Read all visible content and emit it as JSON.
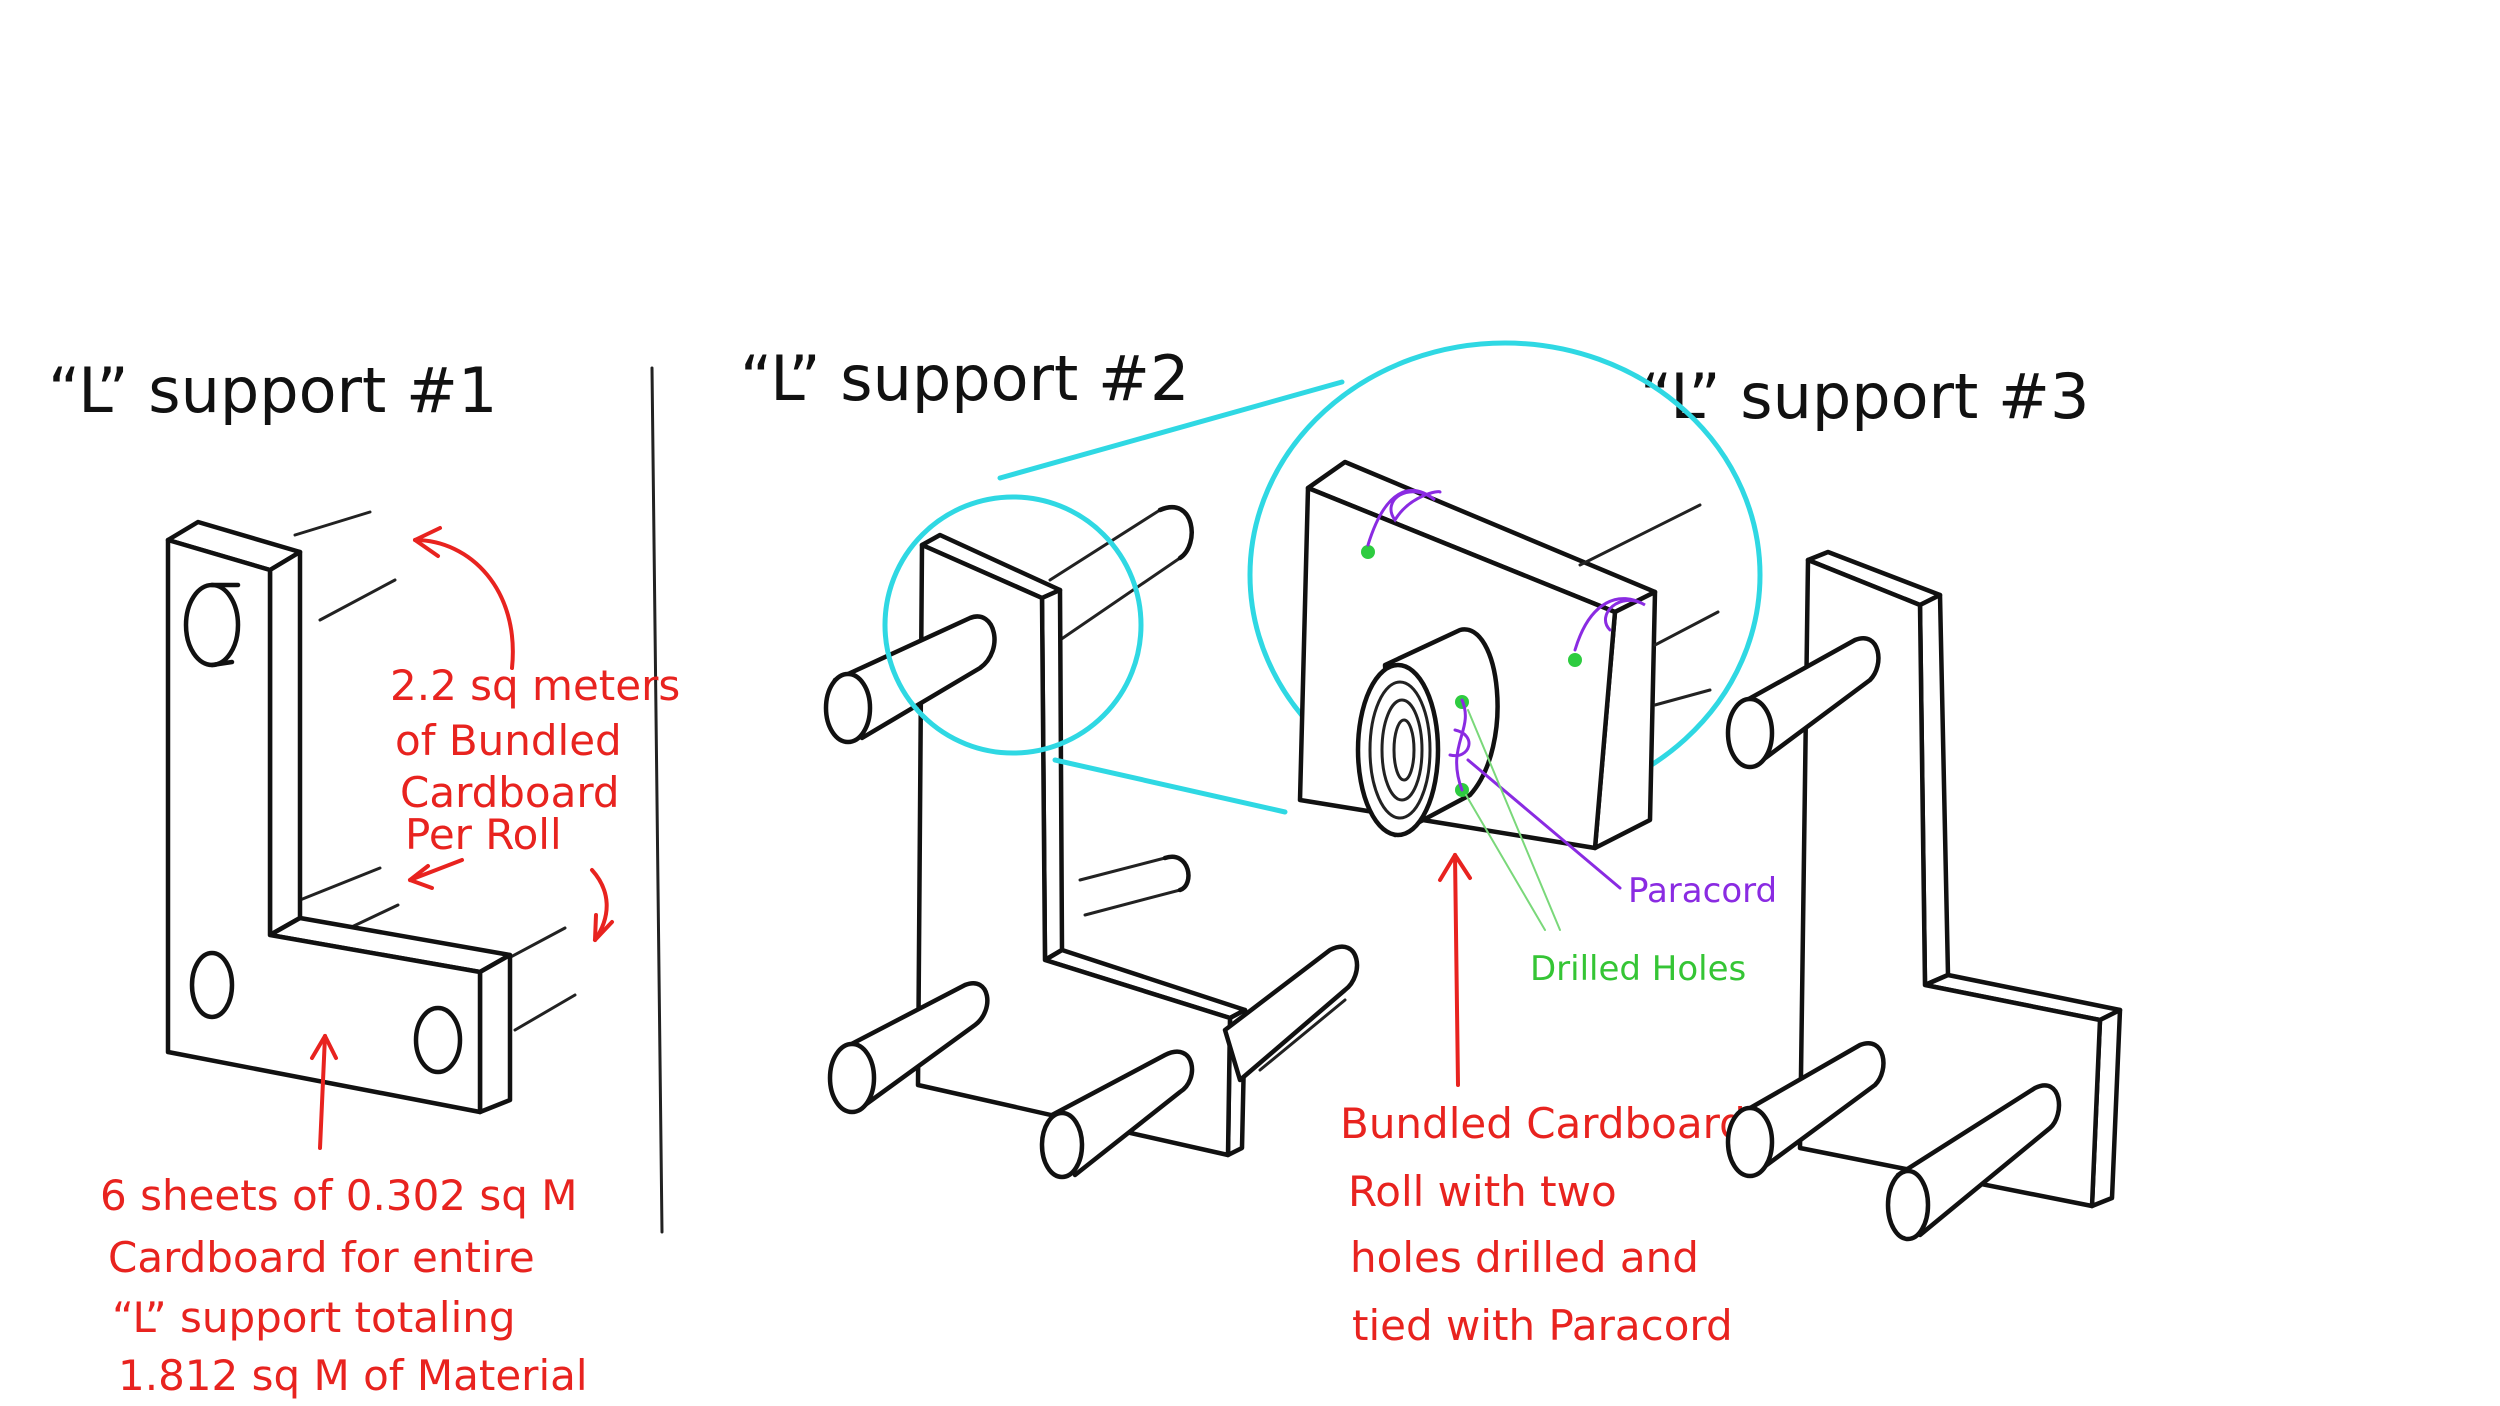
{
  "titles": {
    "support1": "“L” support #1",
    "support2": "“L” support #2",
    "support3": "“L” support #3"
  },
  "notes": {
    "roll_area": [
      "2.2 sq meters",
      "of Bundled",
      "Cardboard",
      "Per Roll"
    ],
    "sheets": [
      "6 sheets of 0.302 sq M",
      "Cardboard for entire",
      "“L” support totaling",
      "1.812 sq M of Material"
    ],
    "paracord": "Paracord",
    "drilled_holes": "Drilled Holes",
    "roll_desc": [
      "Bundled Cardboard",
      "Roll with two",
      "holes drilled and",
      "tied with Paracord"
    ]
  },
  "colors": {
    "ink": "#111111",
    "annotation": "#e8231f",
    "magnifier": "#2fd8e3",
    "paracord": "#8a2be2",
    "holes": "#2ecc40"
  }
}
